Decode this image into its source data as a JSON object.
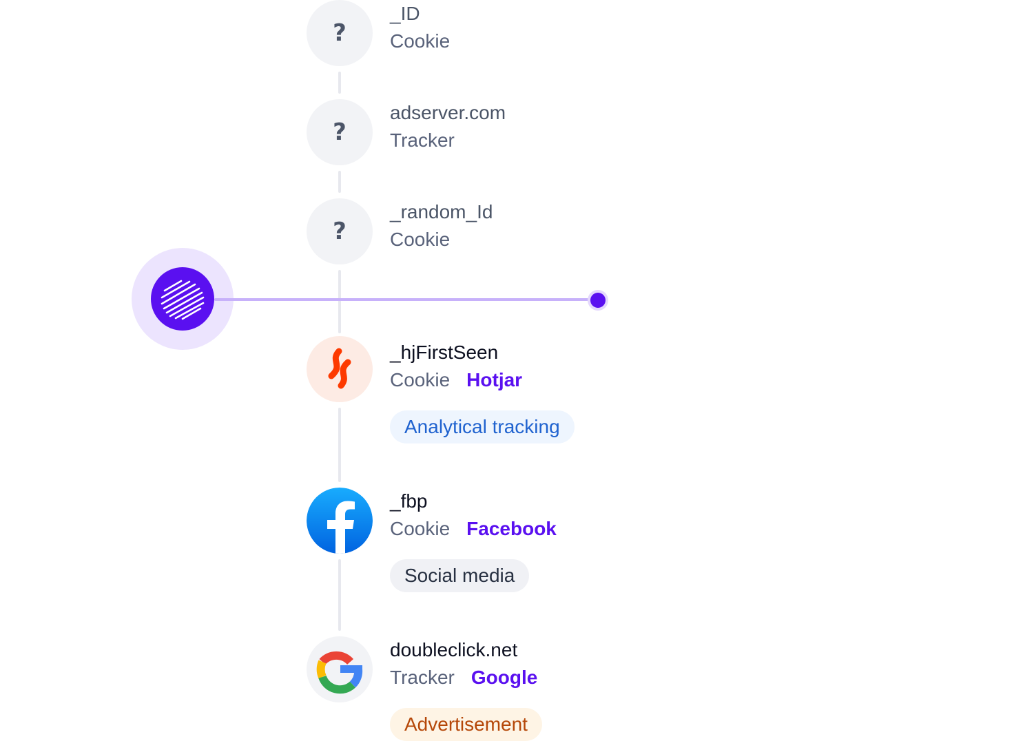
{
  "timeline": {
    "items": [
      {
        "name": "_ID",
        "type": "Cookie",
        "vendor": "",
        "category": ""
      },
      {
        "name": "adserver.com",
        "type": "Tracker",
        "vendor": "",
        "category": ""
      },
      {
        "name": "_random_Id",
        "type": "Cookie",
        "vendor": "",
        "category": ""
      },
      {
        "name": "_hjFirstSeen",
        "type": "Cookie",
        "vendor": "Hotjar",
        "category": "Analytical tracking"
      },
      {
        "name": "_fbp",
        "type": "Cookie",
        "vendor": "Facebook",
        "category": "Social media"
      },
      {
        "name": "doubleclick.net",
        "type": "Tracker",
        "vendor": "Google",
        "category": "Advertisement"
      }
    ],
    "unknown_icon_glyph": "?"
  },
  "icons": {
    "unknown": "question-mark-icon",
    "scanner": "scanner-logo-icon",
    "hotjar": "hotjar-logo-icon",
    "facebook": "facebook-logo-icon",
    "google": "google-logo-icon"
  },
  "colors": {
    "accent": "#5a10f0",
    "accent_soft": "#ece4fe",
    "timeline_line": "#e7e8ee",
    "analytical_text": "#1f62cf",
    "analytical_bg": "#eef5fe",
    "social_text": "#273041",
    "social_bg": "#f0f1f5",
    "ad_text": "#b54708",
    "ad_bg": "#fef4e5",
    "hotjar": "#fd3a00",
    "facebook": "#0866ff"
  }
}
